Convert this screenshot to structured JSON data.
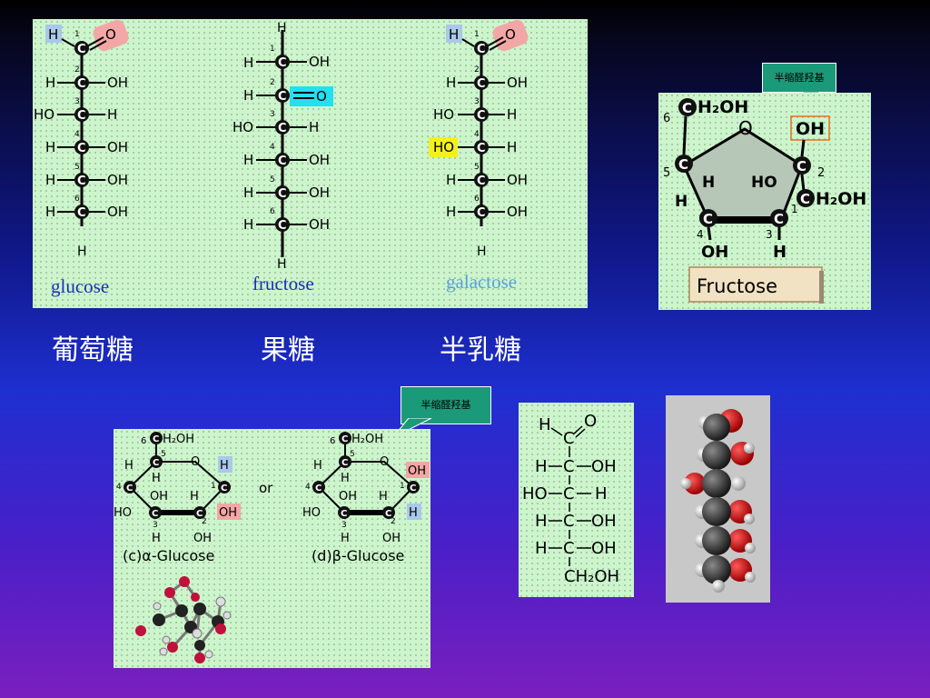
{
  "callouts": {
    "top": "半缩醛羟基",
    "bottom": "半缩醛羟基"
  },
  "names": {
    "glucose": "glucose",
    "fructose": "fructose",
    "galactose": "galactose"
  },
  "cn": {
    "glucose": "葡萄糖",
    "fructose": "果糖",
    "galactose": "半乳糖"
  },
  "labels": {
    "H": "H",
    "O": "O",
    "C": "C",
    "OH": "OH",
    "HO": "HO",
    "CH2OH": "CH₂OH",
    "H2OH": "H₂OH",
    "CH2": "CH₂",
    "or": "or",
    "n1": "1",
    "n2": "2",
    "n3": "3",
    "n4": "4",
    "n5": "5",
    "n6": "6",
    "alpha_prefix": "(c)α-Glucose",
    "beta_prefix": "(d)β-Glucose",
    "fructose_box": "Fructose"
  },
  "colors": {
    "h_box": "#a9c8ea",
    "o_box": "#f3a6a6",
    "cyan_box": "#22e0f0",
    "yellow_box": "#f4f020",
    "orange_outline": "#e8701a"
  }
}
